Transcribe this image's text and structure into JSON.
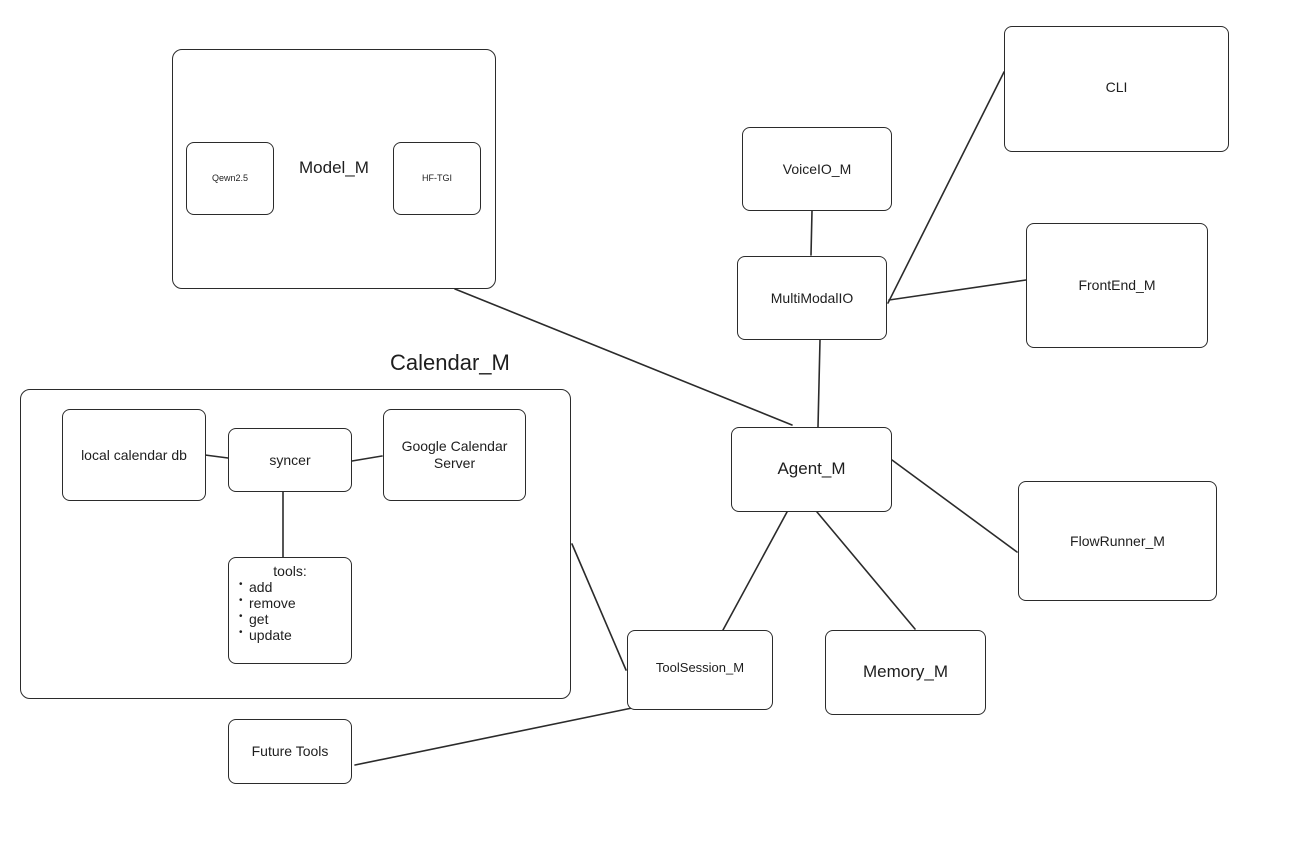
{
  "model": {
    "title": "Model_M",
    "qwen_label": "Qewn2.5",
    "hftgi_label": "HF-TGI"
  },
  "calendar": {
    "title": "Calendar_M",
    "local_db_label": "local calendar db",
    "syncer_label": "syncer",
    "google_label": "Google Calendar\nServer",
    "tools_title": "tools:",
    "tools_items": [
      "add",
      "remove",
      "get",
      "update"
    ]
  },
  "io": {
    "cli_label": "CLI",
    "voice_label": "VoiceIO_M",
    "multimodal_label": "MultiModalIO",
    "frontend_label": "FrontEnd_M"
  },
  "core": {
    "agent_label": "Agent_M",
    "flowrunner_label": "FlowRunner_M",
    "memory_label": "Memory_M",
    "toolsession_label": "ToolSession_M",
    "future_tools_label": "Future Tools"
  }
}
